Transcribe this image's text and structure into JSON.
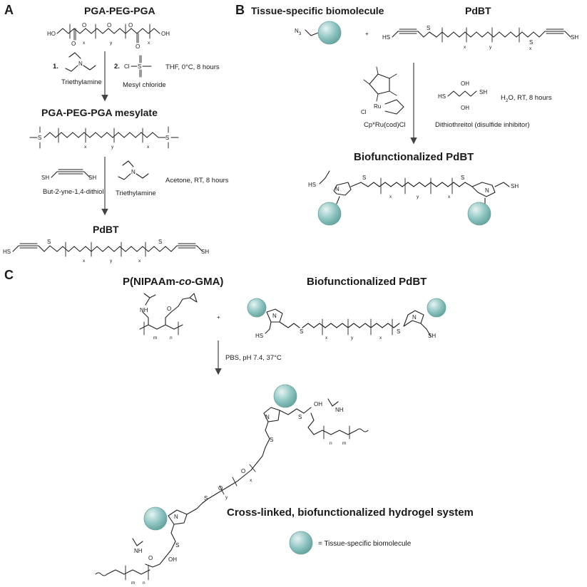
{
  "panels": {
    "a": "A",
    "b": "B",
    "c": "C"
  },
  "panel_a": {
    "title_start": "PGA-PEG-PGA",
    "step1": {
      "reagent1_num": "1.",
      "reagent1_name": "Triethylamine",
      "reagent2_num": "2.",
      "reagent2_formula": "Cl",
      "reagent2_name": "Mesyl chloride",
      "conditions": "THF, 0°C, 8 hours"
    },
    "title_mesylate": "PGA-PEG-PGA mesylate",
    "step2": {
      "reagent1_name": "But-2-yne-1,4-dithiol",
      "reagent2_name": "Triethylamine",
      "conditions": "Acetone, RT, 8 hours"
    },
    "title_product": "PdBT"
  },
  "panel_b": {
    "title_biomolecule": "Tissue-specific biomolecule",
    "title_pdbt": "PdBT",
    "azide_label": "N",
    "azide_sub": "3",
    "plus": "+",
    "catalyst_name": "Cp*Ru(cod)Cl",
    "additive_name": "Dithiothreitol (disulfide inhibitor)",
    "conditions_prefix": "H",
    "conditions_sub": "2",
    "conditions_suffix": "O, RT, 8 hours",
    "title_product": "Biofunctionalized PdBT"
  },
  "panel_c": {
    "title_polymer_prefix": "P(NIPAAm-",
    "title_polymer_italic": "co",
    "title_polymer_suffix": "-GMA)",
    "title_pdbt": "Biofunctionalized PdBT",
    "plus": "+",
    "conditions": "PBS, pH 7.4, 37°C",
    "product_label": "Cross-linked, biofunctionalized hydrogel system",
    "legend": "=  Tissue-specific biomolecule"
  },
  "atoms": {
    "ho": "HO",
    "oh": "OH",
    "o": "O",
    "s": "S",
    "sh": "SH",
    "hs": "HS",
    "n": "N",
    "nh": "NH",
    "ru": "Ru",
    "cl": "Cl",
    "x": "x",
    "y": "y",
    "m": "m",
    "n_sub": "n"
  },
  "colors": {
    "biomolecule_fill": "#8fc5c2",
    "biomolecule_highlight": "#e6f4f3",
    "arrow": "#444444",
    "text": "#1a1a1a"
  }
}
